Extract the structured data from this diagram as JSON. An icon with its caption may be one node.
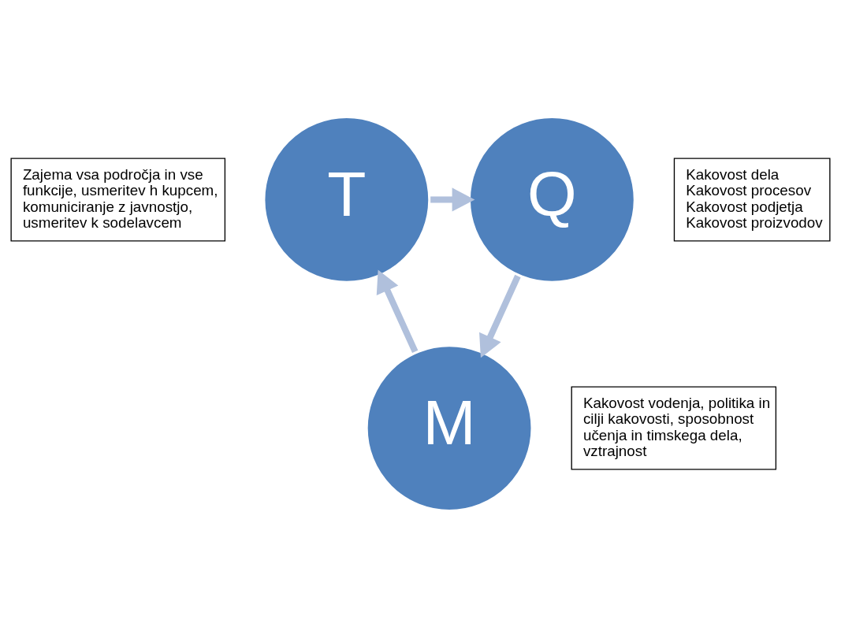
{
  "diagram": {
    "nodes": [
      {
        "text": [
          "Zajema vsa področja in vse funkcije, usmeritev h kupcem, komuniciranje z javnostjo, usmeritev k sodelavcem"
        ]
      },
      {
        "text": [
          "T"
        ]
      },
      {
        "text": [
          "Q"
        ]
      },
      {
        "text": [
          "Kakovost dela",
          "Kakovost procesov",
          "Kakovost podjetja",
          "Kakovost proizvodov"
        ]
      },
      {
        "text": [
          "M"
        ]
      },
      {
        "text": [
          "Kakovost vodenja, politika in cilji kakovosti, sposobnost učenja in timskega dela, vztrajnost"
        ]
      }
    ],
    "edges": [
      {
        "from": 1,
        "to": 2,
        "arrow": "to"
      },
      {
        "from": 2,
        "to": 4,
        "arrow": "to"
      },
      {
        "from": 4,
        "to": 1,
        "arrow": "to"
      }
    ]
  }
}
